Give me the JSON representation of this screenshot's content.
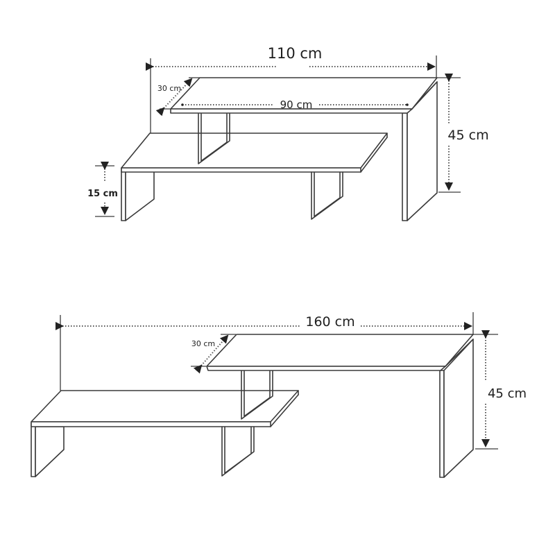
{
  "diagram": {
    "type": "furniture-dimension-drawing",
    "subject": "extendable two-tier TV stand / desk shelf",
    "line_color": "#3a3a3a",
    "background": "#ffffff"
  },
  "closed_view": {
    "total_width": "110 cm",
    "depth": "30 cm",
    "top_shelf_width": "90 cm",
    "height": "45 cm",
    "lower_shelf_height": "15 cm"
  },
  "extended_view": {
    "total_width": "160 cm",
    "depth": "30 cm",
    "height": "45 cm"
  }
}
